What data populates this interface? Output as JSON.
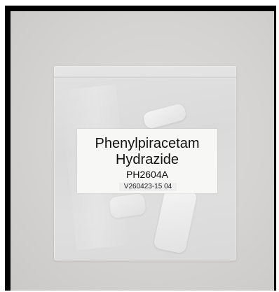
{
  "label": {
    "line1": "Phenylpiracetam",
    "line2": "Hydrazide",
    "code": "PH2604A",
    "batch": "V260423-15 04"
  },
  "colors": {
    "border": "#000000",
    "background": "#d5d3d2",
    "label": "#f7f7f6",
    "text": "#111111"
  }
}
